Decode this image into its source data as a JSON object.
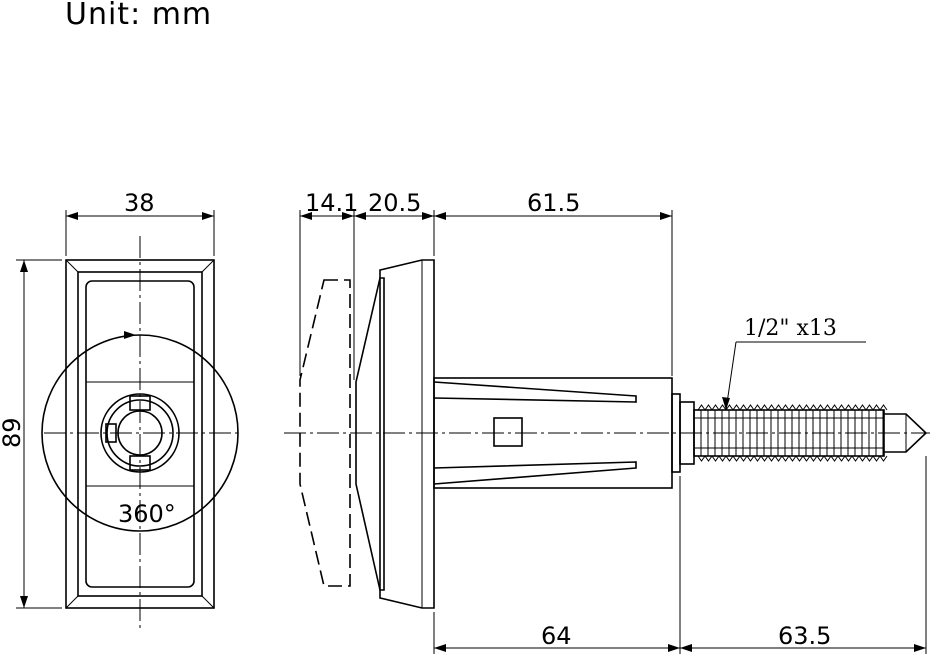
{
  "unit_label": "Unit:  mm",
  "dimensions": {
    "width": "38",
    "height": "89",
    "rotation": "360°",
    "gap": "14.1",
    "flange": "20.5",
    "body": "61.5",
    "depth": "64",
    "stud_length": "63.5",
    "thread": "1/2\" x13"
  }
}
